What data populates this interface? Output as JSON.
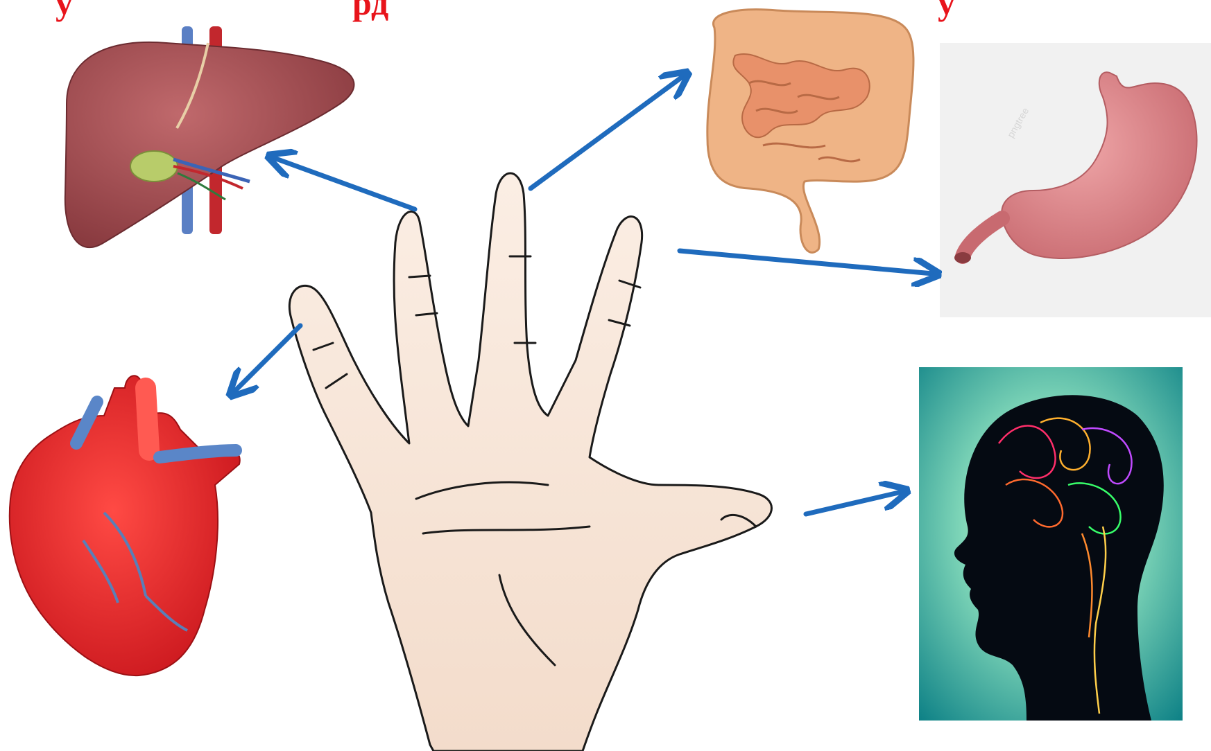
{
  "title_fragments": [
    "у",
    "р",
    "д",
    "у"
  ],
  "colors": {
    "arrow": "#1f6bbd",
    "title": "#e8141b",
    "skin": "#f7e3d4",
    "skin_outline": "#1a1a1a",
    "liver": "#9c4a4e",
    "intestine": "#e8a07a",
    "stomach": "#d9868a",
    "heart": "#e8282b",
    "head_panel_bg": "#0a5f6b"
  },
  "icons": [
    "liver-icon",
    "intestine-icon",
    "stomach-icon",
    "heart-icon",
    "brain-head-icon",
    "hand-icon"
  ],
  "labels": {
    "stomach_watermark": "pngtree"
  }
}
